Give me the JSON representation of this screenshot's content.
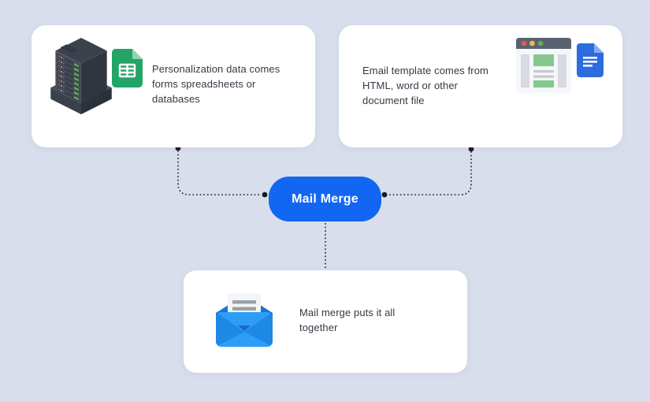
{
  "canvas": {
    "background": "#d8deec"
  },
  "colors": {
    "card_background": "#ffffff",
    "node_blue": "#1266f1",
    "node_text": "#ffffff",
    "body_text": "#333a44",
    "connector": "#2b2b2b",
    "sheets_green": "#23a567",
    "docs_blue": "#2d6be0",
    "envelope_blue": "#2e9df7",
    "server_slate": "#4a5260"
  },
  "node": {
    "label": "Mail Merge"
  },
  "cards": {
    "data_source": {
      "text": [
        "Personalization data comes",
        "forms spreadsheets or",
        "databases"
      ],
      "icons": [
        "server-icon",
        "google-sheets-icon"
      ]
    },
    "template": {
      "text": [
        "Email template comes from",
        "HTML, word or other",
        "document file"
      ],
      "icons": [
        "browser-window-icon",
        "google-docs-icon"
      ]
    },
    "output": {
      "text": [
        "Mail merge puts it all",
        "together"
      ],
      "icons": [
        "open-envelope-icon"
      ]
    }
  }
}
